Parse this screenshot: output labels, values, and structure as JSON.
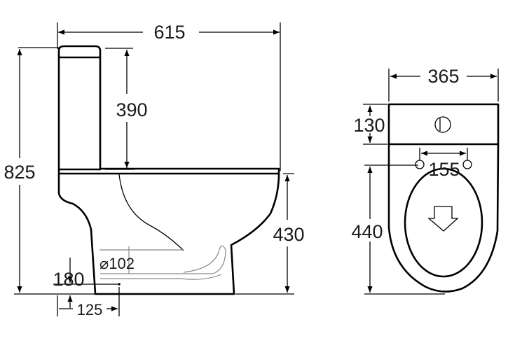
{
  "dimensions": {
    "overall_depth": "615",
    "overall_height": "825",
    "tank_height": "390",
    "bowl_height": "430",
    "outlet_height": "180",
    "outlet_setback": "125",
    "outlet_diameter": "⌀102",
    "tank_width": "365",
    "tank_depth": "130",
    "fixing_holes": "155",
    "bowl_length": "440"
  },
  "colors": {
    "line": "#000000",
    "hidden_line": "#8a8a8a",
    "background": "#ffffff"
  }
}
